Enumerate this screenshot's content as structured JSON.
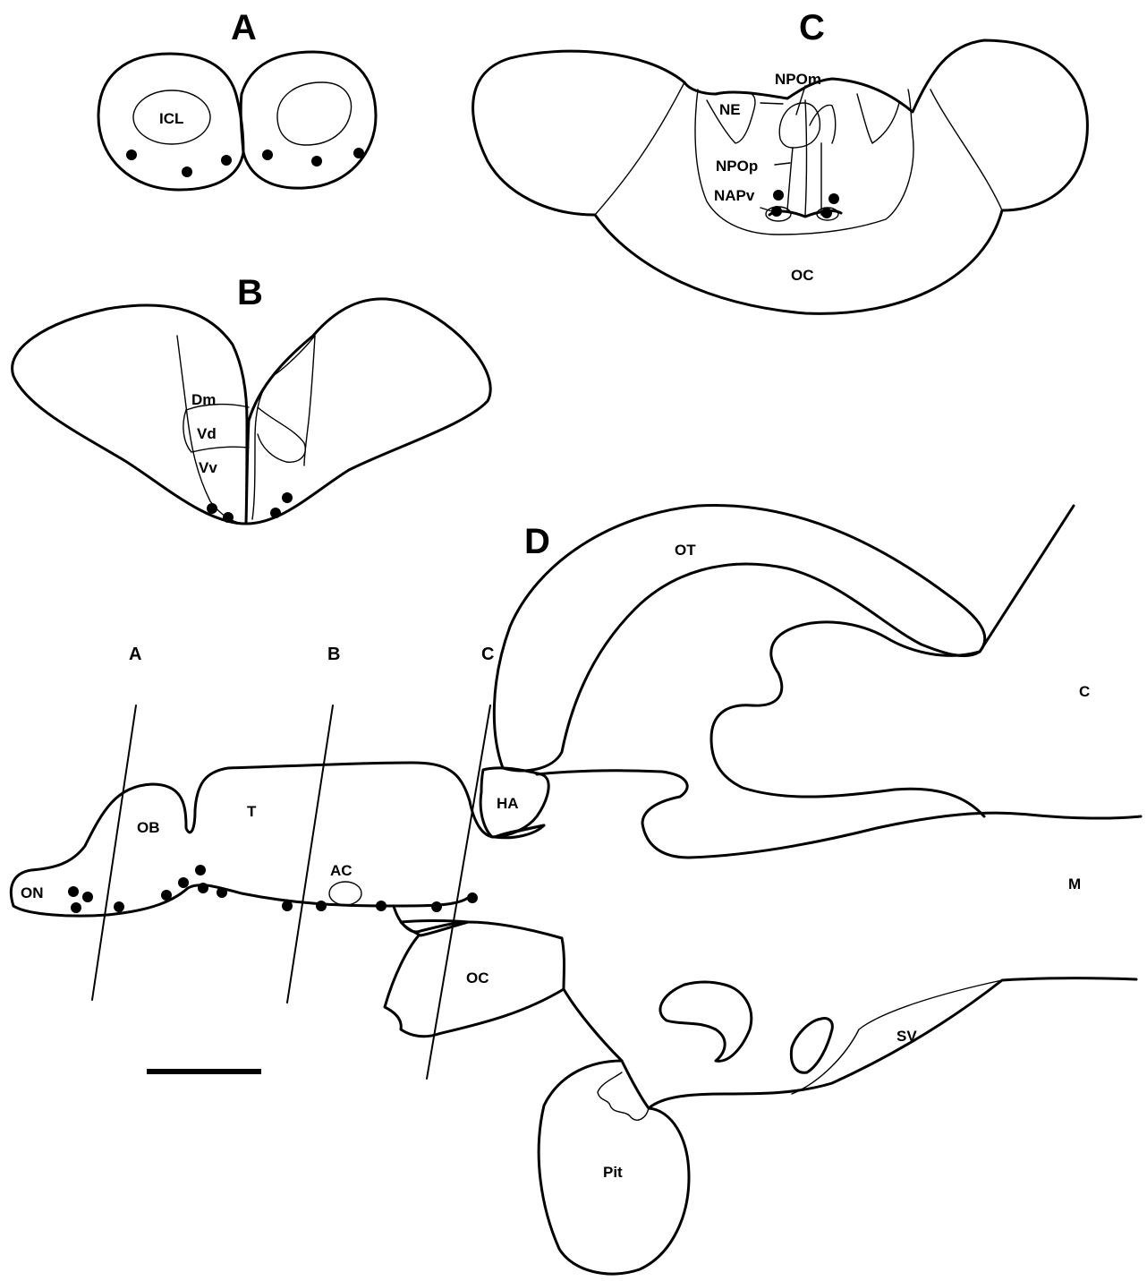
{
  "panels": {
    "a": "A",
    "b": "B",
    "c": "C",
    "d": "D"
  },
  "section_a": {
    "icl": "ICL"
  },
  "section_b": {
    "dm": "Dm",
    "vd": "Vd",
    "vv": "Vv"
  },
  "section_c": {
    "npom": "NPOm",
    "ne": "NE",
    "npop": "NPOp",
    "napv": "NAPv",
    "oc": "OC"
  },
  "sagittal": {
    "cut_lines": {
      "a": "A",
      "b": "B",
      "c": "C"
    },
    "on": "ON",
    "ob": "OB",
    "t": "T",
    "ac": "AC",
    "ha": "HA",
    "ot": "OT",
    "c": "C",
    "m": "M",
    "oc": "OC",
    "sv": "SV",
    "pit": "Pit"
  }
}
